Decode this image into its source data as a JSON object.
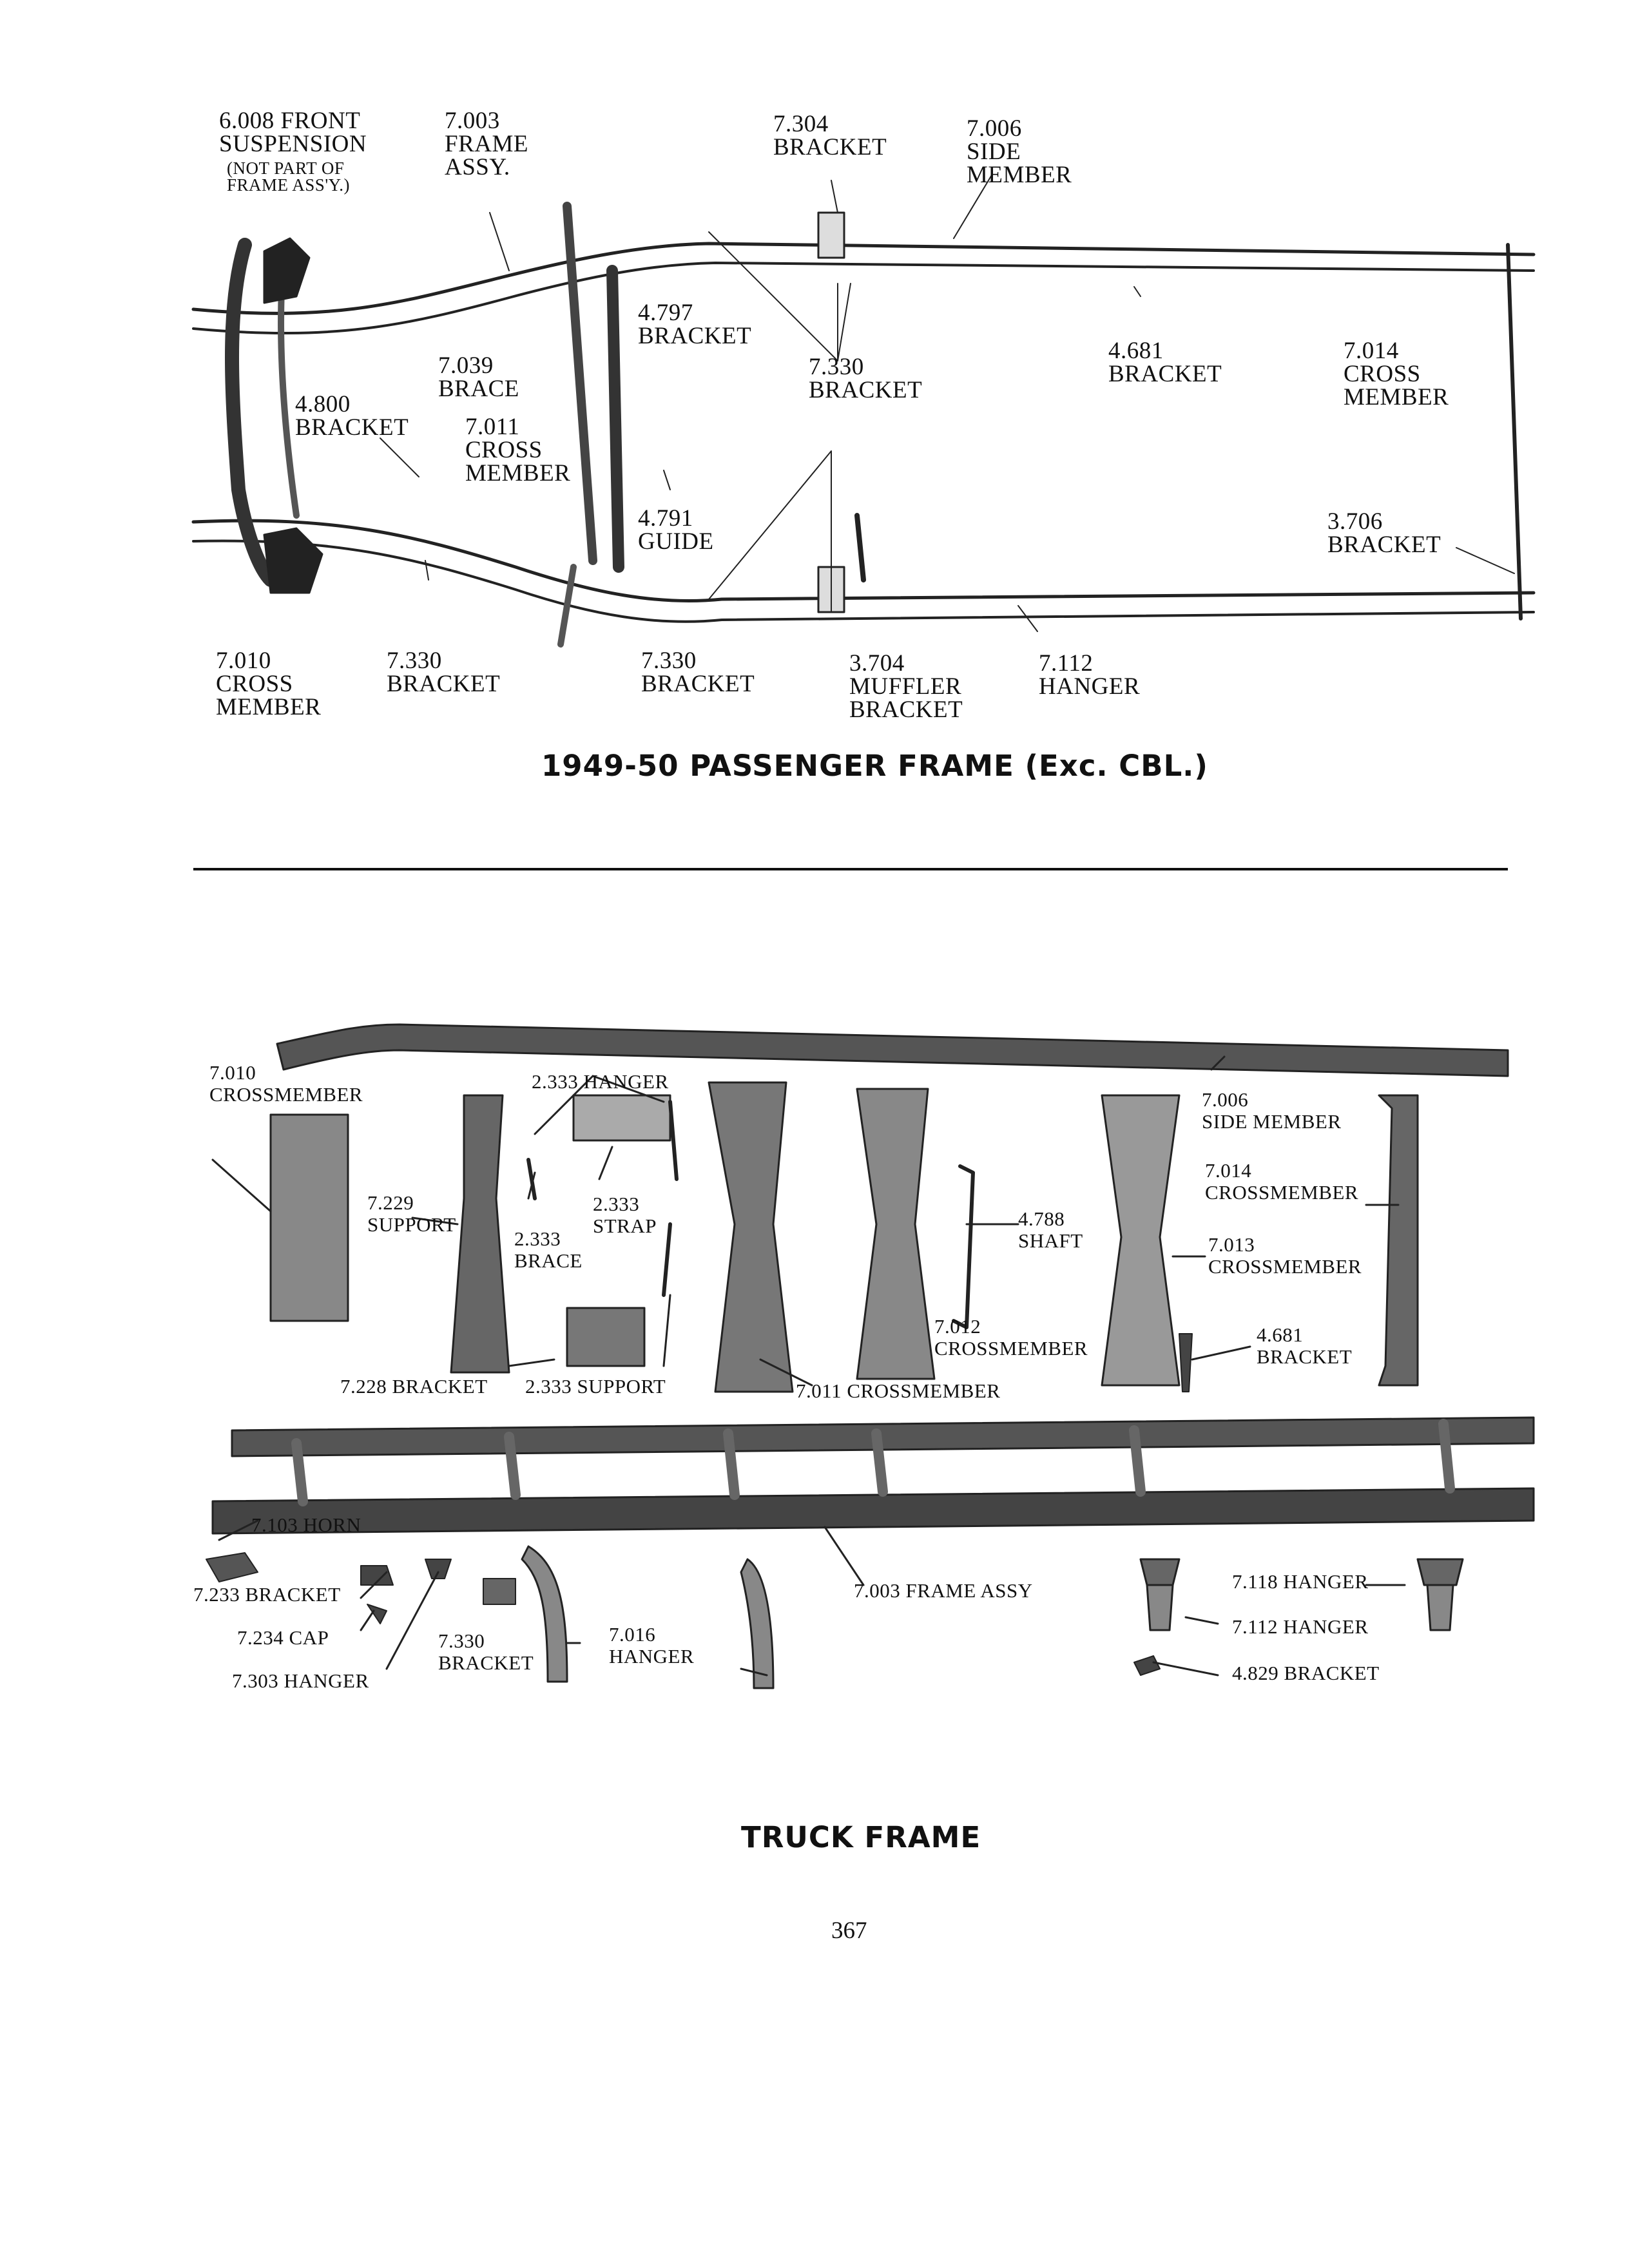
{
  "passenger": {
    "title": "1949-50 PASSENGER FRAME (Exc. CBL.)",
    "labels": [
      {
        "id": "front-susp",
        "lines": [
          "6.008 FRONT",
          "SUSPENSION"
        ],
        "small": [
          "(NOT PART OF",
          "FRAME ASS'Y.)"
        ]
      },
      {
        "id": "frame-assy",
        "lines": [
          "7.003",
          "FRAME",
          "ASSY."
        ]
      },
      {
        "id": "bracket-7304",
        "lines": [
          "7.304",
          "BRACKET"
        ]
      },
      {
        "id": "side-member",
        "lines": [
          "7.006",
          "SIDE",
          "MEMBER"
        ]
      },
      {
        "id": "bracket-4797",
        "lines": [
          "4.797",
          "BRACKET"
        ]
      },
      {
        "id": "brace-7039",
        "lines": [
          "7.039",
          "BRACE"
        ]
      },
      {
        "id": "bracket-7330-top",
        "lines": [
          "7.330",
          "BRACKET"
        ]
      },
      {
        "id": "bracket-4681",
        "lines": [
          "4.681",
          "BRACKET"
        ]
      },
      {
        "id": "cross-7014",
        "lines": [
          "7.014",
          "CROSS",
          "MEMBER"
        ]
      },
      {
        "id": "bracket-4800",
        "lines": [
          "4.800",
          "BRACKET"
        ]
      },
      {
        "id": "cross-7011",
        "lines": [
          "7.011",
          "CROSS",
          "MEMBER"
        ]
      },
      {
        "id": "guide-4791",
        "lines": [
          "4.791",
          "GUIDE"
        ]
      },
      {
        "id": "bracket-3706",
        "lines": [
          "3.706",
          "BRACKET"
        ]
      },
      {
        "id": "cross-7010",
        "lines": [
          "7.010",
          "CROSS",
          "MEMBER"
        ]
      },
      {
        "id": "bracket-7330-a",
        "lines": [
          "7.330",
          "BRACKET"
        ]
      },
      {
        "id": "bracket-7330-b",
        "lines": [
          "7.330",
          "BRACKET"
        ]
      },
      {
        "id": "muffler-3704",
        "lines": [
          "3.704",
          "MUFFLER",
          "BRACKET"
        ]
      },
      {
        "id": "hanger-7112",
        "lines": [
          "7.112",
          "HANGER"
        ]
      }
    ]
  },
  "truck": {
    "title": "TRUCK FRAME",
    "labels": [
      {
        "id": "t-7010",
        "lines": [
          "7.010",
          "CROSSMEMBER"
        ]
      },
      {
        "id": "t-2333-hanger",
        "lines": [
          "2.333 HANGER"
        ]
      },
      {
        "id": "t-7006",
        "lines": [
          "7.006",
          "SIDE MEMBER"
        ]
      },
      {
        "id": "t-7014",
        "lines": [
          "7.014",
          "CROSSMEMBER"
        ]
      },
      {
        "id": "t-7229",
        "lines": [
          "7.229",
          "SUPPORT"
        ]
      },
      {
        "id": "t-2333-strap",
        "lines": [
          "2.333",
          "STRAP"
        ]
      },
      {
        "id": "t-2333-brace",
        "lines": [
          "2.333",
          "BRACE"
        ]
      },
      {
        "id": "t-4788",
        "lines": [
          "4.788",
          "SHAFT"
        ]
      },
      {
        "id": "t-7013",
        "lines": [
          "7.013",
          "CROSSMEMBER"
        ]
      },
      {
        "id": "t-7012",
        "lines": [
          "7.012",
          "CROSSMEMBER"
        ]
      },
      {
        "id": "t-4681",
        "lines": [
          "4.681",
          "BRACKET"
        ]
      },
      {
        "id": "t-7228",
        "lines": [
          "7.228 BRACKET"
        ]
      },
      {
        "id": "t-2333-support",
        "lines": [
          "2.333 SUPPORT"
        ]
      },
      {
        "id": "t-7011",
        "lines": [
          "7.011 CROSSMEMBER"
        ]
      },
      {
        "id": "t-7103",
        "lines": [
          "7.103 HORN"
        ]
      },
      {
        "id": "t-7233",
        "lines": [
          "7.233 BRACKET"
        ]
      },
      {
        "id": "t-7234",
        "lines": [
          "7.234 CAP"
        ]
      },
      {
        "id": "t-7303",
        "lines": [
          "7.303 HANGER"
        ]
      },
      {
        "id": "t-7330",
        "lines": [
          "7.330",
          "BRACKET"
        ]
      },
      {
        "id": "t-7016",
        "lines": [
          "7.016",
          "HANGER"
        ]
      },
      {
        "id": "t-7003",
        "lines": [
          "7.003 FRAME ASSY"
        ]
      },
      {
        "id": "t-7118",
        "lines": [
          "7.118 HANGER"
        ]
      },
      {
        "id": "t-7112",
        "lines": [
          "7.112 HANGER"
        ]
      },
      {
        "id": "t-4829",
        "lines": [
          "4.829 BRACKET"
        ]
      }
    ]
  },
  "page_number": "367"
}
